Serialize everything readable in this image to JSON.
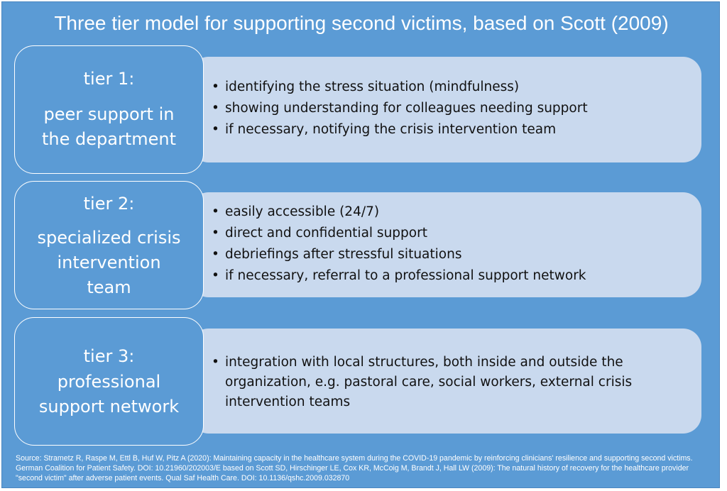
{
  "title": "Three tier model for supporting second victims, based on Scott (2009)",
  "tiers": [
    {
      "heading": "tier 1:",
      "subtitle": "peer support in\nthe department",
      "items": [
        "identifying the stress situation (mindfulness)",
        "showing understanding for colleagues needing support",
        "if necessary, notifying the crisis intervention team"
      ]
    },
    {
      "heading": "tier 2:",
      "subtitle": "specialized crisis\nintervention\nteam",
      "items": [
        "easily accessible (24/7)",
        "direct and confidential support",
        "debriefings after stressful situations",
        "if necessary, referral to a professional support network"
      ]
    },
    {
      "heading": "tier 3:",
      "subtitle": "professional\nsupport network",
      "items": [
        "integration with local structures, both inside and outside the organization, e.g. pastoral care, social workers, external crisis intervention teams"
      ]
    }
  ],
  "source": "Source: Strametz R, Raspe M, Ettl B, Huf W, Pitz A (2020): Maintaining capacity in the healthcare system during the COVID-19 pandemic by reinforcing clinicians' resilience and supporting second victims. German Coalition for Patient Safety. DOI: 10.21960/202003/E based on Scott SD, Hirschinger LE, Cox KR, McCoig M, Brandt J, Hall LW (2009): The natural history of recovery for the healthcare provider \"second victim\" after adverse patient events. Qual Saf Health Care. DOI: 10.1136/qshc.2009.032870",
  "colors": {
    "background": "#5b9bd5",
    "description_box": "#c9d9ee",
    "tier_border": "#ffffff"
  }
}
